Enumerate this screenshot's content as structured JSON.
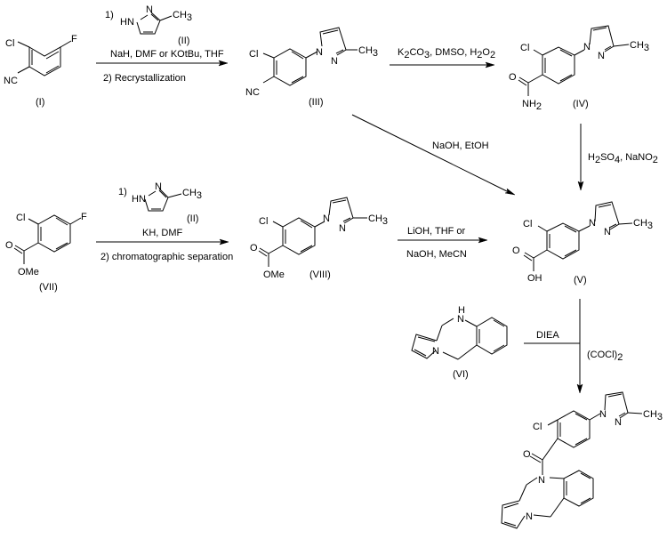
{
  "scheme": {
    "compounds": {
      "I": {
        "label": "(I)",
        "atoms": {
          "cl": "Cl",
          "f": "F",
          "nc": "NC"
        }
      },
      "II": {
        "label": "(II)",
        "atoms": {
          "hn": "HN",
          "n": "N",
          "ch3": "CH",
          "ch3_sub": "3"
        }
      },
      "III": {
        "label": "(III)",
        "atoms": {
          "cl": "Cl",
          "nc": "NC",
          "n1": "N",
          "n2": "N",
          "ch3": "CH",
          "ch3_sub": "3"
        }
      },
      "IV": {
        "label": "(IV)",
        "atoms": {
          "cl": "Cl",
          "o": "O",
          "nh2": "NH",
          "nh2_sub": "2",
          "n1": "N",
          "n2": "N",
          "ch3": "CH",
          "ch3_sub": "3"
        }
      },
      "V": {
        "label": "(V)",
        "atoms": {
          "cl": "Cl",
          "o": "O",
          "oh": "OH",
          "n1": "N",
          "n2": "N",
          "ch3": "CH",
          "ch3_sub": "3"
        }
      },
      "VI": {
        "label": "(VI)",
        "atoms": {
          "nh": "N",
          "h": "H",
          "n": "N"
        }
      },
      "VII": {
        "label": "(VII)",
        "atoms": {
          "cl": "Cl",
          "f": "F",
          "o": "O",
          "ome": "OMe"
        }
      },
      "VIII": {
        "label": "(VIII)",
        "atoms": {
          "cl": "Cl",
          "o": "O",
          "ome": "OMe",
          "n1": "N",
          "n2": "N",
          "ch3": "CH",
          "ch3_sub": "3"
        }
      },
      "product": {
        "atoms": {
          "cl": "Cl",
          "o": "O",
          "n_amide": "N",
          "n_pyrrole": "N",
          "n1": "N",
          "n2": "N",
          "ch3": "CH",
          "ch3_sub": "3"
        }
      }
    },
    "reactions": {
      "r1": {
        "step1": "1)",
        "conditions": "NaH, DMF or KOtBu, THF",
        "step2": "2) Recrystallization"
      },
      "r2": {
        "conditions_parts": [
          "K",
          "2",
          "CO",
          "3",
          ", DMSO, H",
          "2",
          "O",
          "2"
        ]
      },
      "r3": {
        "conditions": "NaOH, EtOH"
      },
      "r4": {
        "conditions_parts": [
          "H",
          "2",
          "SO",
          "4",
          ", NaNO",
          "2"
        ]
      },
      "r5": {
        "step1": "1)",
        "conditions": "KH, DMF",
        "step2": "2) chromatographic separation"
      },
      "r6": {
        "line1": "LiOH, THF or",
        "line2": "NaOH, MeCN"
      },
      "r7": {
        "reagent_left": "DIEA",
        "reagent_right": "(COCl)",
        "reagent_right_sub": "2"
      }
    }
  }
}
